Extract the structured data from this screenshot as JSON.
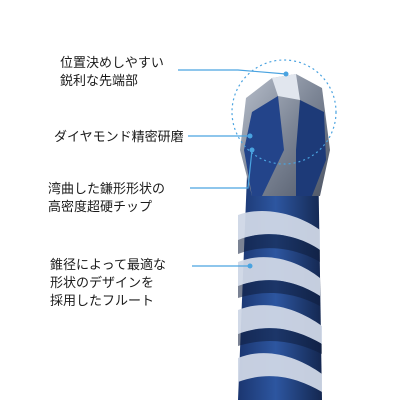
{
  "callouts": [
    {
      "lines": [
        "位置決めしやすい",
        "鋭利な先端部"
      ]
    },
    {
      "lines": [
        "ダイヤモンド精密研磨"
      ]
    },
    {
      "lines": [
        "湾曲した鎌形形状の",
        "高密度超硬チップ"
      ]
    },
    {
      "lines": [
        "錐径によって最適な",
        "形状のデザインを",
        "採用したフルート"
      ]
    }
  ],
  "colors": {
    "accent_line": "#4aa3e0",
    "bit_blue": "#2a4e8f",
    "bit_dark": "#15264d",
    "bit_light": "#c9d3e4",
    "carbide": "#8d96a6"
  }
}
